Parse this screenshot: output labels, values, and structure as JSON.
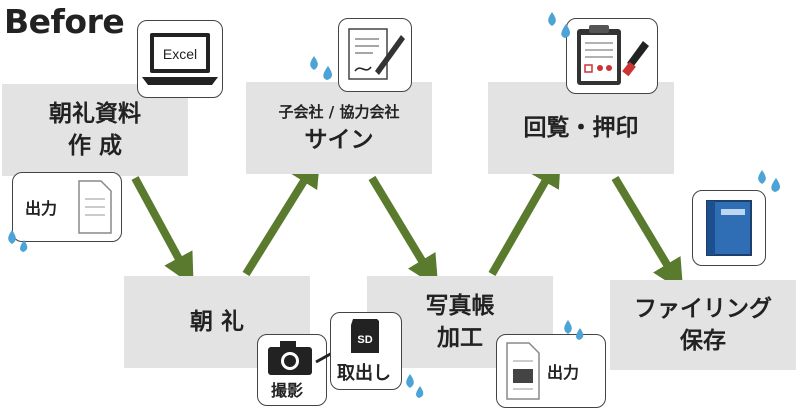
{
  "title": "Before",
  "steps": {
    "morning_docs": {
      "line1": "朝礼資料",
      "line2": "作 成"
    },
    "morning_meeting": {
      "line1": "朝 礼"
    },
    "sign": {
      "sub": "子会社 / 協力会社",
      "main": "サイン"
    },
    "photo_ledger": {
      "line1": "写真帳",
      "line2": "加工"
    },
    "circulate": {
      "line1": "回覧・押印"
    },
    "filing": {
      "line1": "ファイリング",
      "line2": "保存"
    }
  },
  "cards": {
    "excel": {
      "label": "Excel"
    },
    "print_left": {
      "label": "出力"
    },
    "camera": {
      "label": "撮影"
    },
    "sd": {
      "label": "SD",
      "caption": "取出し"
    },
    "print_right": {
      "label": "出力"
    }
  },
  "colors": {
    "arrow": "#5a7a2e",
    "box": "#e3e3e3",
    "drop": "#4ba3d6",
    "binder": "#2f6db5"
  }
}
